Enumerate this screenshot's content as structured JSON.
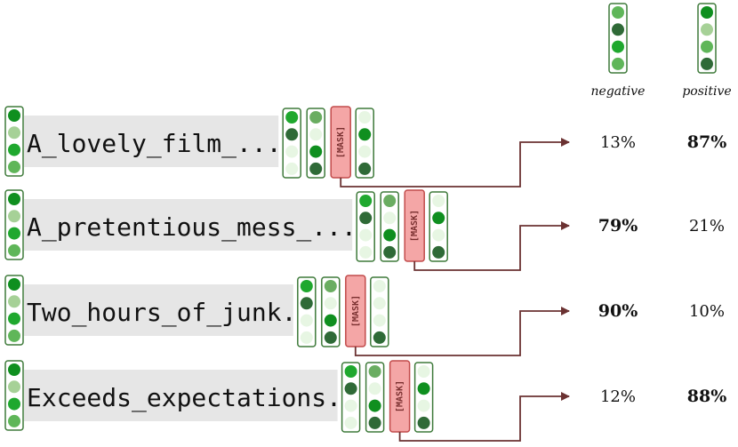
{
  "mask_label": "[MASK]",
  "labels": {
    "negative": "negative",
    "positive": "positive"
  },
  "colors": {
    "c1": "#1fa82e",
    "c2": "#a6d197",
    "c3": "#0f8f1f",
    "c4": "#5fb659",
    "c5": "#2f6a37",
    "c6": "#e7f6e3",
    "c7": "#6aad61",
    "box_stroke": "#3e7a3a",
    "mask_fill": "#f4a6a6",
    "mask_stroke": "#c24b4b",
    "arrow": "#6b3232",
    "token_bg": "#e6e6e6"
  },
  "head_vectors": {
    "negative": [
      "c4",
      "c5",
      "c1",
      "c4"
    ],
    "positive": [
      "c3",
      "c2",
      "c4",
      "c5"
    ]
  },
  "examples": [
    {
      "text": "A_lovely_film_...",
      "prefix": [
        "c3",
        "c2",
        "c1",
        "c4"
      ],
      "vectors": [
        [
          "c1",
          "c5",
          "c6",
          "c6"
        ],
        [
          "c7",
          "c6",
          "c3",
          "c5"
        ],
        [
          "c6",
          "c3",
          "c6",
          "c5"
        ]
      ],
      "negative": "13%",
      "positive": "87%",
      "bold": "positive"
    },
    {
      "text": "A_pretentious_mess_...",
      "prefix": [
        "c3",
        "c2",
        "c1",
        "c4"
      ],
      "vectors": [
        [
          "c1",
          "c5",
          "c6",
          "c6"
        ],
        [
          "c7",
          "c6",
          "c3",
          "c5"
        ],
        [
          "c6",
          "c3",
          "c6",
          "c5"
        ]
      ],
      "negative": "79%",
      "positive": "21%",
      "bold": "negative"
    },
    {
      "text": "Two_hours_of_junk.",
      "prefix": [
        "c3",
        "c2",
        "c1",
        "c4"
      ],
      "vectors": [
        [
          "c1",
          "c5",
          "c6",
          "c6"
        ],
        [
          "c7",
          "c6",
          "c3",
          "c5"
        ],
        [
          "c6",
          "c6",
          "c6",
          "c5"
        ]
      ],
      "negative": "90%",
      "positive": "10%",
      "bold": "negative"
    },
    {
      "text": "Exceeds_expectations.",
      "prefix": [
        "c3",
        "c2",
        "c1",
        "c4"
      ],
      "vectors": [
        [
          "c1",
          "c5",
          "c6",
          "c6"
        ],
        [
          "c7",
          "c6",
          "c3",
          "c5"
        ],
        [
          "c6",
          "c3",
          "c6",
          "c5"
        ]
      ],
      "negative": "12%",
      "positive": "88%",
      "bold": "positive"
    }
  ]
}
